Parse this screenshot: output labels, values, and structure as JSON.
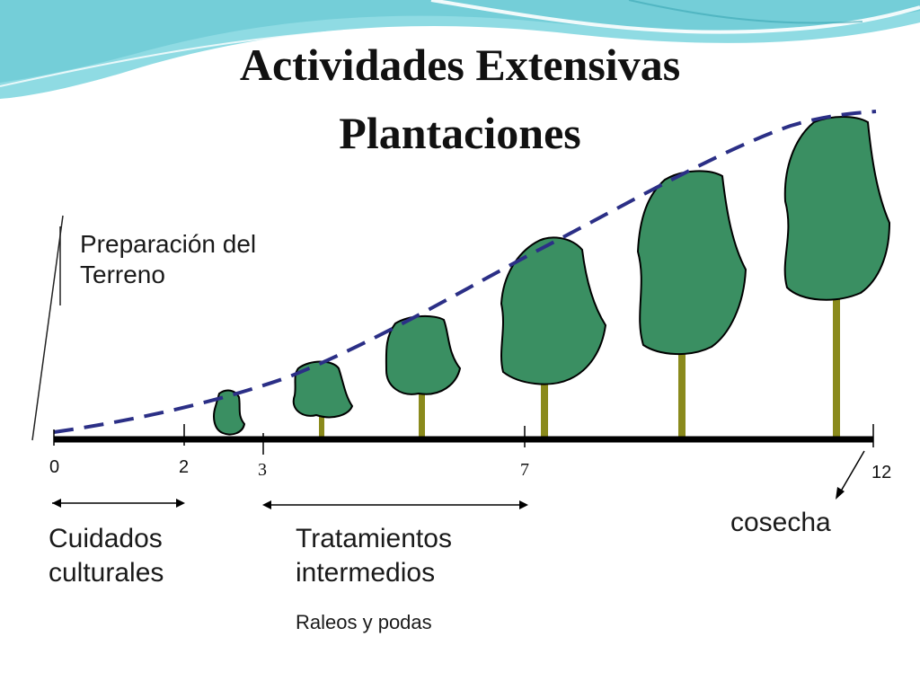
{
  "slide": {
    "title_line1": "Actividades Extensivas",
    "title_line2": "Plantaciones",
    "prep_line1": "Preparación del",
    "prep_line2": "Terreno",
    "timeline_ticks": [
      {
        "value": "0"
      },
      {
        "value": "2"
      },
      {
        "value": "3"
      },
      {
        "value": "7"
      },
      {
        "value": "12"
      }
    ],
    "cuidados_line1": "Cuidados",
    "cuidados_line2": "culturales",
    "tratamientos_line1": "Tratamientos",
    "tratamientos_line2": "intermedios",
    "raleos": "Raleos y podas",
    "cosecha": "cosecha"
  },
  "colors": {
    "tree_fill": "#3a8f62",
    "trunk": "#8a8a1c",
    "growth_curve": "#2b2f86",
    "timeline": "#000000",
    "header_teal": "#7fd3dc"
  }
}
